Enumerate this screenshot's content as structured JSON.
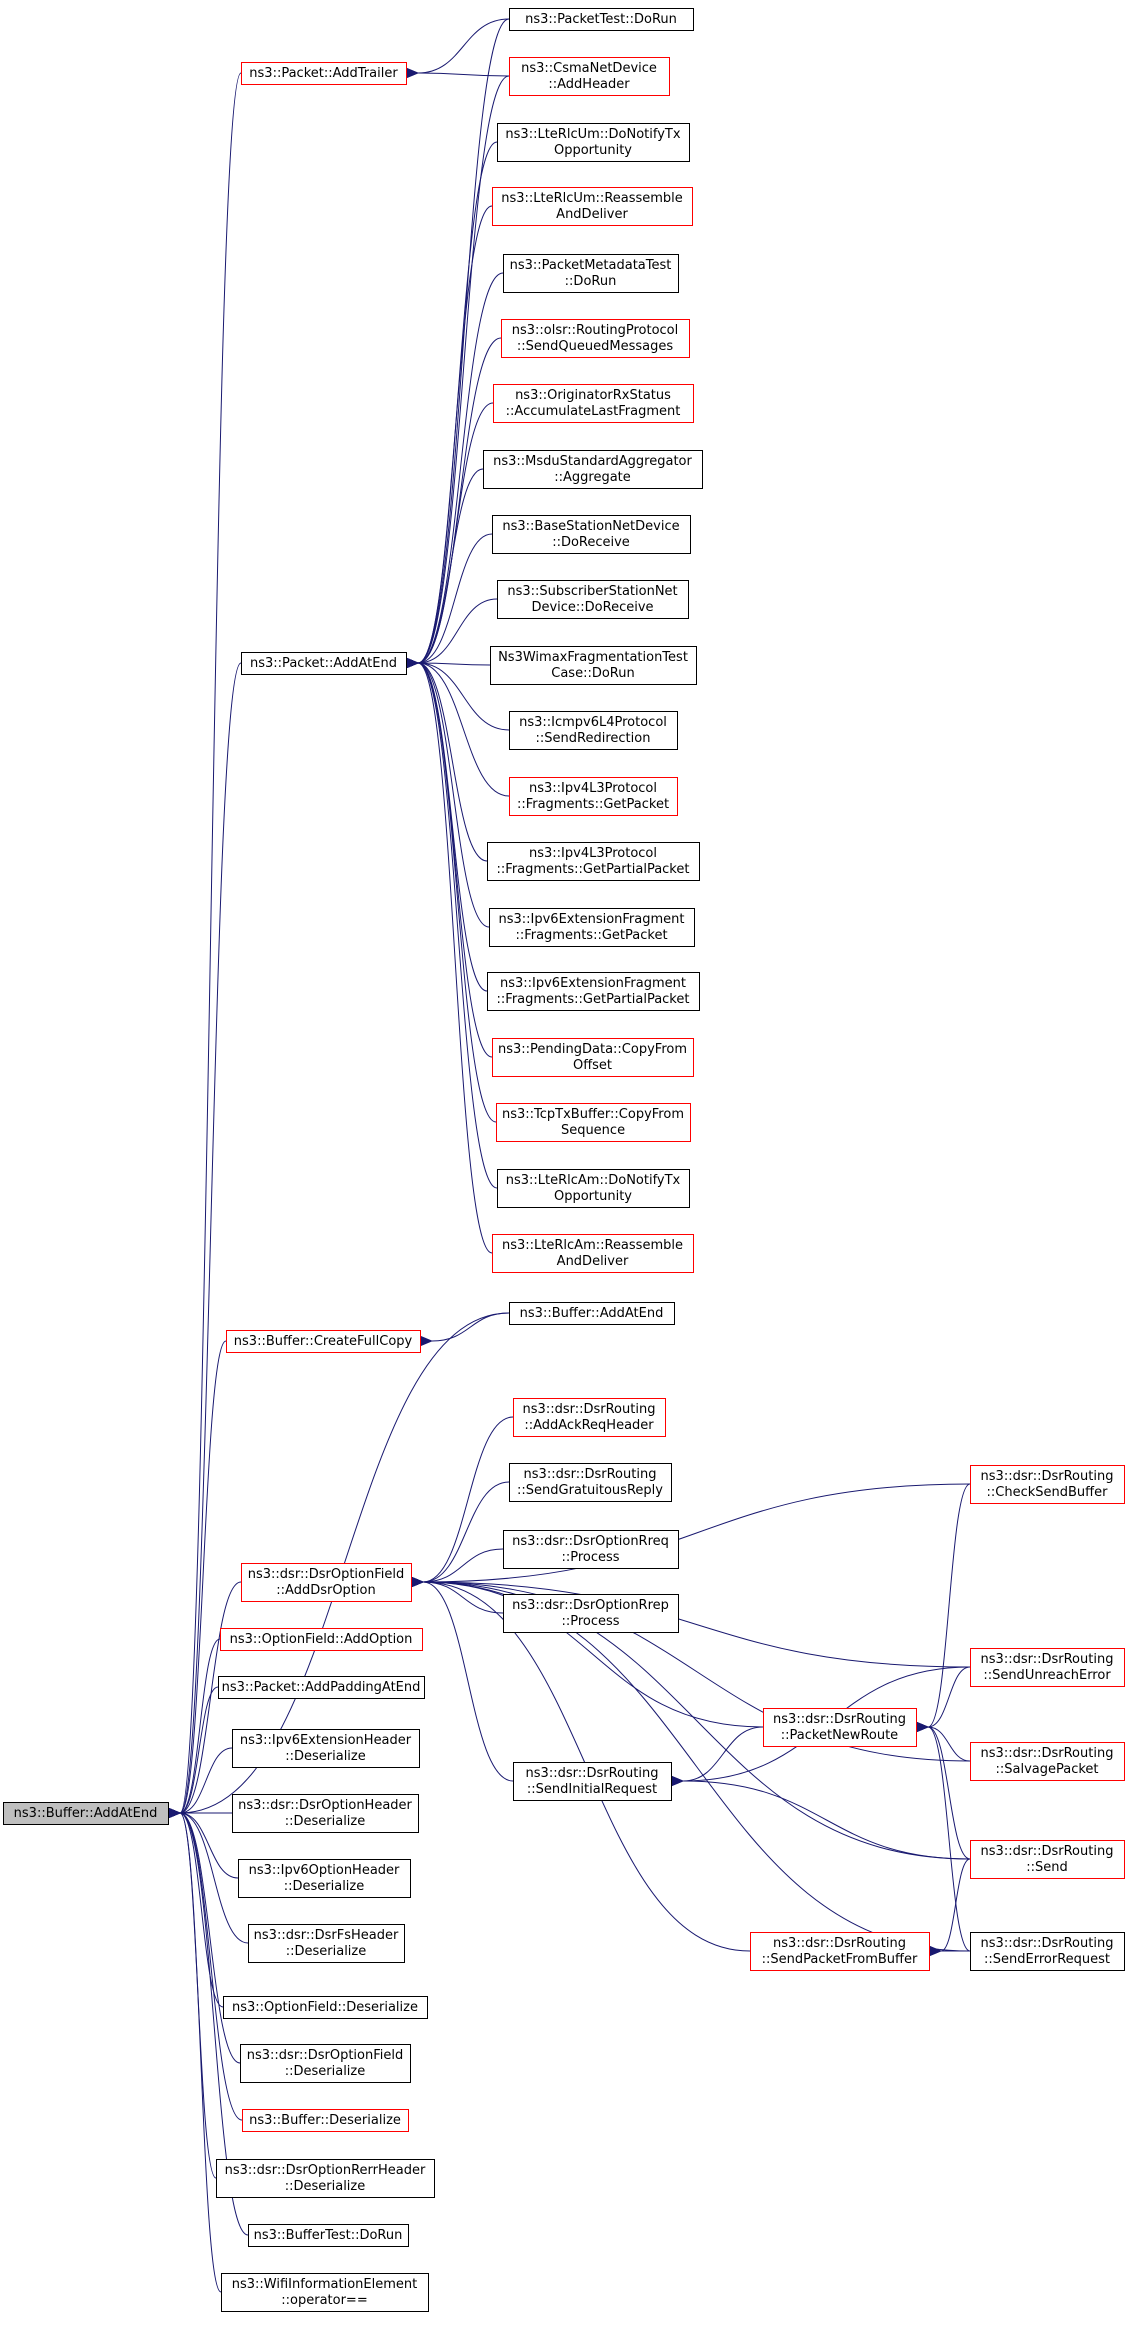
{
  "colors": {
    "edge": "#191970",
    "black_border": "#000000",
    "red_border": "#ff0000",
    "root_fill": "#bfbfbf",
    "node_fill": "#ffffff"
  },
  "nodes": [
    {
      "id": "root",
      "lines": [
        "ns3::Buffer::AddAtEnd"
      ],
      "style": "root"
    },
    {
      "id": "packetAddTrailer",
      "lines": [
        "ns3::Packet::AddTrailer"
      ],
      "style": "red"
    },
    {
      "id": "packetTestDoRun",
      "lines": [
        "ns3::PacketTest::DoRun"
      ],
      "style": "black"
    },
    {
      "id": "csmaAddHeader",
      "lines": [
        "ns3::CsmaNetDevice",
        "::AddHeader"
      ],
      "style": "red"
    },
    {
      "id": "lteRlcUmNotify",
      "lines": [
        "ns3::LteRlcUm::DoNotifyTx",
        "Opportunity"
      ],
      "style": "black"
    },
    {
      "id": "lteRlcUmReassemble",
      "lines": [
        "ns3::LteRlcUm::Reassemble",
        "AndDeliver"
      ],
      "style": "red"
    },
    {
      "id": "packetMetadataTest",
      "lines": [
        "ns3::PacketMetadataTest",
        "::DoRun"
      ],
      "style": "black"
    },
    {
      "id": "olsrSendQueued",
      "lines": [
        "ns3::olsr::RoutingProtocol",
        "::SendQueuedMessages"
      ],
      "style": "red"
    },
    {
      "id": "originatorRx",
      "lines": [
        "ns3::OriginatorRxStatus",
        "::AccumulateLastFragment"
      ],
      "style": "red"
    },
    {
      "id": "msduAggregate",
      "lines": [
        "ns3::MsduStandardAggregator",
        "::Aggregate"
      ],
      "style": "black"
    },
    {
      "id": "baseStationReceive",
      "lines": [
        "ns3::BaseStationNetDevice",
        "::DoReceive"
      ],
      "style": "black"
    },
    {
      "id": "subscriberReceive",
      "lines": [
        "ns3::SubscriberStationNet",
        "Device::DoReceive"
      ],
      "style": "black"
    },
    {
      "id": "packetAddAtEnd",
      "lines": [
        "ns3::Packet::AddAtEnd"
      ],
      "style": "black"
    },
    {
      "id": "wimaxFragTest",
      "lines": [
        "Ns3WimaxFragmentationTest",
        "Case::DoRun"
      ],
      "style": "black"
    },
    {
      "id": "icmpv6Redirect",
      "lines": [
        "ns3::Icmpv6L4Protocol",
        "::SendRedirection"
      ],
      "style": "black"
    },
    {
      "id": "ipv4FragGetPacket",
      "lines": [
        "ns3::Ipv4L3Protocol",
        "::Fragments::GetPacket"
      ],
      "style": "red"
    },
    {
      "id": "ipv4FragPartial",
      "lines": [
        "ns3::Ipv4L3Protocol",
        "::Fragments::GetPartialPacket"
      ],
      "style": "black"
    },
    {
      "id": "ipv6ExtFragGetPacket",
      "lines": [
        "ns3::Ipv6ExtensionFragment",
        "::Fragments::GetPacket"
      ],
      "style": "black"
    },
    {
      "id": "ipv6ExtFragPartial",
      "lines": [
        "ns3::Ipv6ExtensionFragment",
        "::Fragments::GetPartialPacket"
      ],
      "style": "black"
    },
    {
      "id": "pendingCopy",
      "lines": [
        "ns3::PendingData::CopyFrom",
        "Offset"
      ],
      "style": "red"
    },
    {
      "id": "tcpTxCopy",
      "lines": [
        "ns3::TcpTxBuffer::CopyFrom",
        "Sequence"
      ],
      "style": "red"
    },
    {
      "id": "lteRlcAmNotify",
      "lines": [
        "ns3::LteRlcAm::DoNotifyTx",
        "Opportunity"
      ],
      "style": "black"
    },
    {
      "id": "lteRlcAmReassemble",
      "lines": [
        "ns3::LteRlcAm::Reassemble",
        "AndDeliver"
      ],
      "style": "red"
    },
    {
      "id": "bufferCreateFullCopy",
      "lines": [
        "ns3::Buffer::CreateFullCopy"
      ],
      "style": "red"
    },
    {
      "id": "bufferAddAtEnd2",
      "lines": [
        "ns3::Buffer::AddAtEnd"
      ],
      "style": "black"
    },
    {
      "id": "dsrAddAckReq",
      "lines": [
        "ns3::dsr::DsrRouting",
        "::AddAckReqHeader"
      ],
      "style": "red"
    },
    {
      "id": "dsrGratuitous",
      "lines": [
        "ns3::dsr::DsrRouting",
        "::SendGratuitousReply"
      ],
      "style": "black"
    },
    {
      "id": "dsrOptionFieldAdd",
      "lines": [
        "ns3::dsr::DsrOptionField",
        "::AddDsrOption"
      ],
      "style": "red"
    },
    {
      "id": "dsrRreq",
      "lines": [
        "ns3::dsr::DsrOptionRreq",
        "::Process"
      ],
      "style": "black"
    },
    {
      "id": "dsrRrep",
      "lines": [
        "ns3::dsr::DsrOptionRrep",
        "::Process"
      ],
      "style": "black"
    },
    {
      "id": "checkSendBuffer",
      "lines": [
        "ns3::dsr::DsrRouting",
        "::CheckSendBuffer"
      ],
      "style": "red"
    },
    {
      "id": "optionFieldAdd",
      "lines": [
        "ns3::OptionField::AddOption"
      ],
      "style": "red"
    },
    {
      "id": "sendUnreachError",
      "lines": [
        "ns3::dsr::DsrRouting",
        "::SendUnreachError"
      ],
      "style": "red"
    },
    {
      "id": "packetAddPadding",
      "lines": [
        "ns3::Packet::AddPaddingAtEnd"
      ],
      "style": "black"
    },
    {
      "id": "packetNewRoute",
      "lines": [
        "ns3::dsr::DsrRouting",
        "::PacketNewRoute"
      ],
      "style": "red"
    },
    {
      "id": "ipv6ExtHeaderDeser",
      "lines": [
        "ns3::Ipv6ExtensionHeader",
        "::Deserialize"
      ],
      "style": "black"
    },
    {
      "id": "salvagePacket",
      "lines": [
        "ns3::dsr::DsrRouting",
        "::SalvagePacket"
      ],
      "style": "red"
    },
    {
      "id": "sendInitialRequest",
      "lines": [
        "ns3::dsr::DsrRouting",
        "::SendInitialRequest"
      ],
      "style": "black"
    },
    {
      "id": "dsrOptionHeaderDeser",
      "lines": [
        "ns3::dsr::DsrOptionHeader",
        "::Deserialize"
      ],
      "style": "black"
    },
    {
      "id": "dsrSend",
      "lines": [
        "ns3::dsr::DsrRouting",
        "::Send"
      ],
      "style": "red"
    },
    {
      "id": "ipv6OptionHeaderDeser",
      "lines": [
        "ns3::Ipv6OptionHeader",
        "::Deserialize"
      ],
      "style": "black"
    },
    {
      "id": "dsrFsHeaderDeser",
      "lines": [
        "ns3::dsr::DsrFsHeader",
        "::Deserialize"
      ],
      "style": "black"
    },
    {
      "id": "sendPacketFromBuffer",
      "lines": [
        "ns3::dsr::DsrRouting",
        "::SendPacketFromBuffer"
      ],
      "style": "red"
    },
    {
      "id": "sendErrorRequest",
      "lines": [
        "ns3::dsr::DsrRouting",
        "::SendErrorRequest"
      ],
      "style": "black"
    },
    {
      "id": "optionFieldDeser",
      "lines": [
        "ns3::OptionField::Deserialize"
      ],
      "style": "black"
    },
    {
      "id": "dsrOptionFieldDeser",
      "lines": [
        "ns3::dsr::DsrOptionField",
        "::Deserialize"
      ],
      "style": "black"
    },
    {
      "id": "bufferDeser",
      "lines": [
        "ns3::Buffer::Deserialize"
      ],
      "style": "red"
    },
    {
      "id": "dsrRerrHeaderDeser",
      "lines": [
        "ns3::dsr::DsrOptionRerrHeader",
        "::Deserialize"
      ],
      "style": "black"
    },
    {
      "id": "bufferTestDoRun",
      "lines": [
        "ns3::BufferTest::DoRun"
      ],
      "style": "black"
    },
    {
      "id": "wifiInfoOperator",
      "lines": [
        "ns3::WifiInformationElement",
        "::operator=="
      ],
      "style": "black"
    }
  ],
  "edges": [
    [
      "root",
      "packetAddTrailer"
    ],
    [
      "root",
      "packetAddAtEnd"
    ],
    [
      "root",
      "bufferCreateFullCopy"
    ],
    [
      "root",
      "bufferAddAtEnd2"
    ],
    [
      "root",
      "dsrOptionFieldAdd"
    ],
    [
      "root",
      "optionFieldAdd"
    ],
    [
      "root",
      "packetAddPadding"
    ],
    [
      "root",
      "ipv6ExtHeaderDeser"
    ],
    [
      "root",
      "dsrOptionHeaderDeser"
    ],
    [
      "root",
      "ipv6OptionHeaderDeser"
    ],
    [
      "root",
      "dsrFsHeaderDeser"
    ],
    [
      "root",
      "optionFieldDeser"
    ],
    [
      "root",
      "dsrOptionFieldDeser"
    ],
    [
      "root",
      "bufferDeser"
    ],
    [
      "root",
      "dsrRerrHeaderDeser"
    ],
    [
      "root",
      "bufferTestDoRun"
    ],
    [
      "root",
      "wifiInfoOperator"
    ],
    [
      "packetAddTrailer",
      "packetTestDoRun"
    ],
    [
      "packetAddTrailer",
      "csmaAddHeader"
    ],
    [
      "packetAddAtEnd",
      "packetTestDoRun"
    ],
    [
      "packetAddAtEnd",
      "csmaAddHeader"
    ],
    [
      "packetAddAtEnd",
      "lteRlcUmNotify"
    ],
    [
      "packetAddAtEnd",
      "lteRlcUmReassemble"
    ],
    [
      "packetAddAtEnd",
      "packetMetadataTest"
    ],
    [
      "packetAddAtEnd",
      "olsrSendQueued"
    ],
    [
      "packetAddAtEnd",
      "originatorRx"
    ],
    [
      "packetAddAtEnd",
      "msduAggregate"
    ],
    [
      "packetAddAtEnd",
      "baseStationReceive"
    ],
    [
      "packetAddAtEnd",
      "subscriberReceive"
    ],
    [
      "packetAddAtEnd",
      "wimaxFragTest"
    ],
    [
      "packetAddAtEnd",
      "icmpv6Redirect"
    ],
    [
      "packetAddAtEnd",
      "ipv4FragGetPacket"
    ],
    [
      "packetAddAtEnd",
      "ipv4FragPartial"
    ],
    [
      "packetAddAtEnd",
      "ipv6ExtFragGetPacket"
    ],
    [
      "packetAddAtEnd",
      "ipv6ExtFragPartial"
    ],
    [
      "packetAddAtEnd",
      "pendingCopy"
    ],
    [
      "packetAddAtEnd",
      "tcpTxCopy"
    ],
    [
      "packetAddAtEnd",
      "lteRlcAmNotify"
    ],
    [
      "packetAddAtEnd",
      "lteRlcAmReassemble"
    ],
    [
      "bufferCreateFullCopy",
      "bufferAddAtEnd2"
    ],
    [
      "dsrOptionFieldAdd",
      "dsrAddAckReq"
    ],
    [
      "dsrOptionFieldAdd",
      "dsrGratuitous"
    ],
    [
      "dsrOptionFieldAdd",
      "dsrRreq"
    ],
    [
      "dsrOptionFieldAdd",
      "dsrRrep"
    ],
    [
      "dsrOptionFieldAdd",
      "checkSendBuffer"
    ],
    [
      "dsrOptionFieldAdd",
      "sendUnreachError"
    ],
    [
      "dsrOptionFieldAdd",
      "packetNewRoute"
    ],
    [
      "dsrOptionFieldAdd",
      "sendInitialRequest"
    ],
    [
      "dsrOptionFieldAdd",
      "salvagePacket"
    ],
    [
      "dsrOptionFieldAdd",
      "dsrSend"
    ],
    [
      "dsrOptionFieldAdd",
      "sendPacketFromBuffer"
    ],
    [
      "dsrOptionFieldAdd",
      "sendErrorRequest"
    ],
    [
      "packetNewRoute",
      "checkSendBuffer"
    ],
    [
      "packetNewRoute",
      "sendUnreachError"
    ],
    [
      "packetNewRoute",
      "salvagePacket"
    ],
    [
      "packetNewRoute",
      "dsrSend"
    ],
    [
      "packetNewRoute",
      "sendErrorRequest"
    ],
    [
      "sendInitialRequest",
      "packetNewRoute"
    ],
    [
      "sendInitialRequest",
      "sendUnreachError"
    ],
    [
      "sendInitialRequest",
      "dsrSend"
    ],
    [
      "sendPacketFromBuffer",
      "dsrSend"
    ],
    [
      "sendPacketFromBuffer",
      "sendErrorRequest"
    ]
  ]
}
